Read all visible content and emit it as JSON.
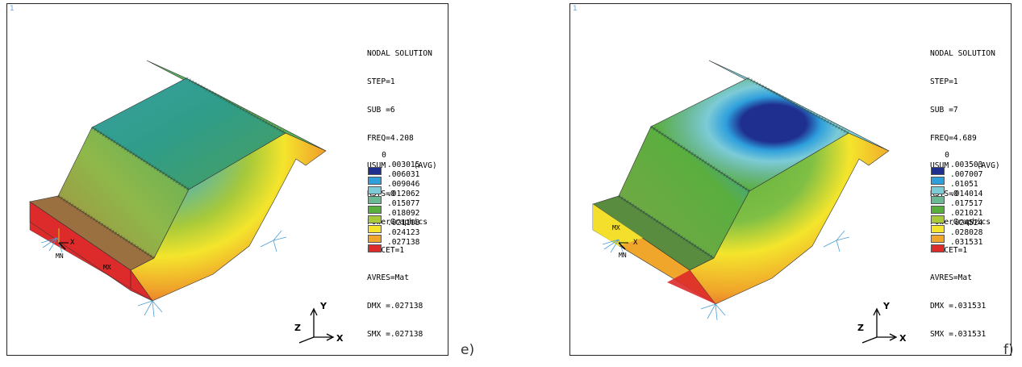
{
  "panels": [
    {
      "window_number": "1",
      "info_lines": [
        "NODAL SOLUTION",
        "STEP=1",
        "SUB =6",
        "FREQ=4.208",
        "USUM      (AVG)",
        "RSYS=0",
        "PowerGraphics",
        "EFACET=1",
        "AVRES=Mat",
        "DMX =.027138",
        "SMX =.027138"
      ],
      "legend": {
        "min_label": "0",
        "values": [
          ".003015",
          ".006031",
          ".009046",
          ".012062",
          ".015077",
          ".018092",
          ".021108",
          ".024123",
          ".027138"
        ]
      },
      "mn_label": "MN",
      "mx_label": "MX",
      "node_x_label": "X",
      "triad": {
        "x": "X",
        "y": "Y",
        "z": "Z"
      },
      "caption": "e)"
    },
    {
      "window_number": "1",
      "info_lines": [
        "NODAL SOLUTION",
        "STEP=1",
        "SUB =7",
        "FREQ=4.689",
        "USUM      (AVG)",
        "RSYS=0",
        "PowerGraphics",
        "EFACET=1",
        "AVRES=Mat",
        "DMX =.031531",
        "SMX =.031531"
      ],
      "legend": {
        "min_label": "0",
        "values": [
          ".003503",
          ".007007",
          ".01051",
          ".014014",
          ".017517",
          ".021021",
          ".024524",
          ".028028",
          ".031531"
        ]
      },
      "mn_label": "MN",
      "mx_label": "MX",
      "node_x_label": "X",
      "triad": {
        "x": "X",
        "y": "Y",
        "z": "Z"
      },
      "caption": "f)"
    }
  ],
  "colors": {
    "contour_scale": [
      "#1f2f8f",
      "#2e9fdc",
      "#7ccbd7",
      "#6ab992",
      "#5aae3e",
      "#a7c93a",
      "#f4e52c",
      "#f0a52b",
      "#dd2a2a"
    ]
  }
}
